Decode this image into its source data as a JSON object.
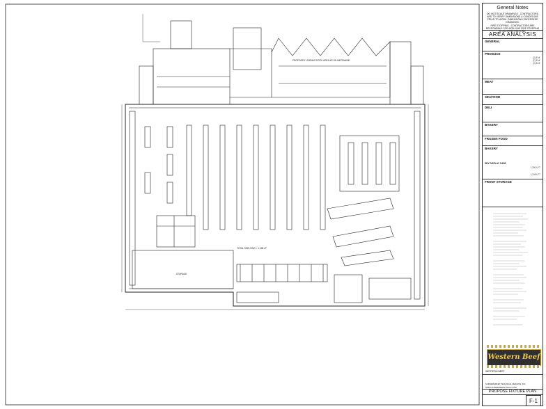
{
  "notes": {
    "title": "General Notes",
    "line1": "DO NOT SCALE DRAWINGS - CONTRACTORS ARE TO VERIFY DIMENSIONS & CONDITIONS PRIOR TO WORK. DIMENSIONS SUPERSEDE DRAWINGS.",
    "line2": "FIRE STOPPING - CONTRACTORS ARE RESPONSIBLE FOR APPLYING FIRE STOPPING AT ALL PENETRATIONS."
  },
  "area_analysis": {
    "title": "AREA ANALYSIS",
    "sections": [
      "GENERAL",
      "PRODUCE",
      "MEAT",
      "SEAFOOD",
      "DELI",
      "BAKERY",
      "FROZEN FOOD",
      "BAKERY",
      "FRONT STORAGE"
    ],
    "produce_values": [
      "(3) 8'x4'",
      "(2) 8'x4'",
      "(3) 8'x4'"
    ],
    "bakery_rows": [
      "DRY DISPLAY CASE",
      "1,290 LFT",
      "1,248 LFT"
    ]
  },
  "plan": {
    "storage": "STORAGE",
    "total_shelving": "TOTAL SHELVING = 1,248 LF",
    "receiving_label": "PROPOSED LOADING DOCK AREA AS ON MEZZANINE"
  },
  "title_block": {
    "logo": "Western Beef",
    "client": "WESTERN BEEF",
    "firm": "SUPERMARKET TECHNICAL DESIGNS, INC.",
    "website": "WWW.SUPERMARKETTECH.COM",
    "project": "PROPOSE FIXTURE PLAN",
    "sheet": "F-1"
  },
  "colors": {
    "line": "#222222",
    "accent_gold": "#d4a63a",
    "logo_bg": "#2f2f2f"
  }
}
